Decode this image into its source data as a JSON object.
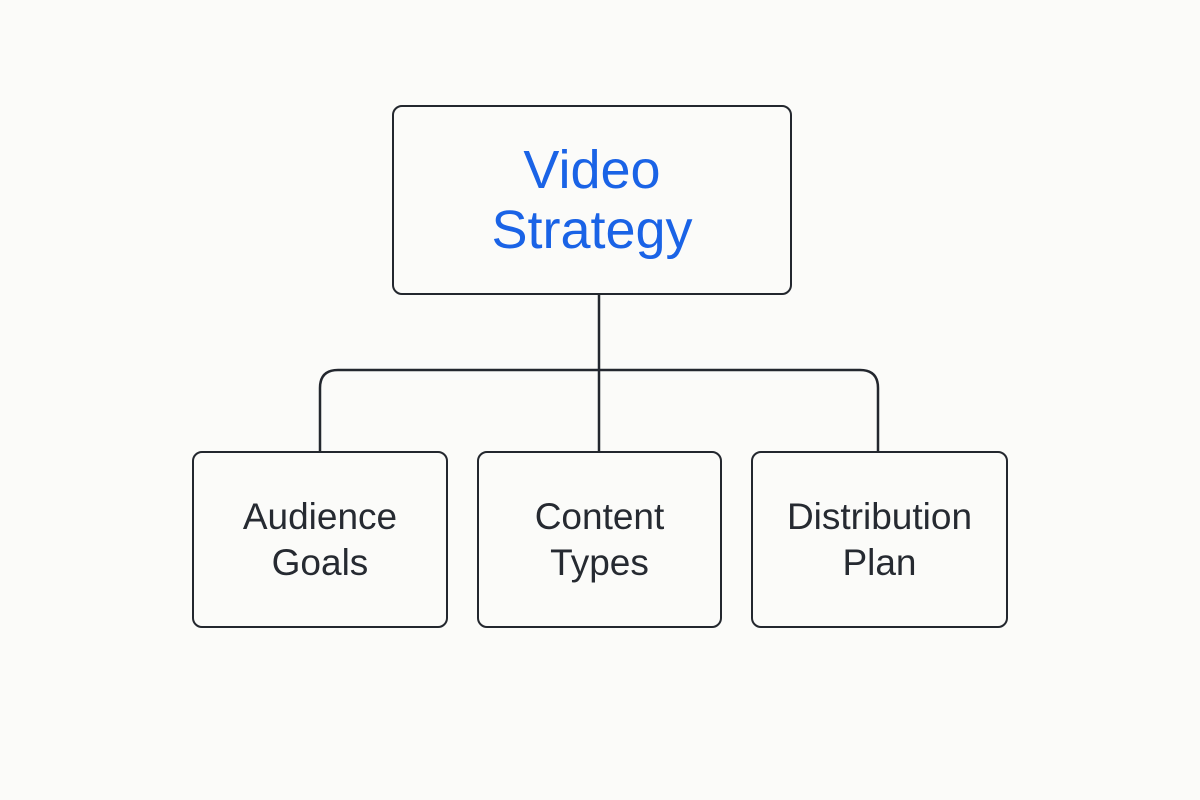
{
  "colors": {
    "background": "#fbfbf9",
    "stroke": "#23272e",
    "root_text": "#1a63e6",
    "child_text": "#262a31"
  },
  "root": {
    "lines": [
      "Video",
      "Strategy"
    ]
  },
  "children": [
    {
      "lines": [
        "Audience",
        "Goals"
      ]
    },
    {
      "lines": [
        "Content",
        "Types"
      ]
    },
    {
      "lines": [
        "Distribution",
        "Plan"
      ]
    }
  ]
}
